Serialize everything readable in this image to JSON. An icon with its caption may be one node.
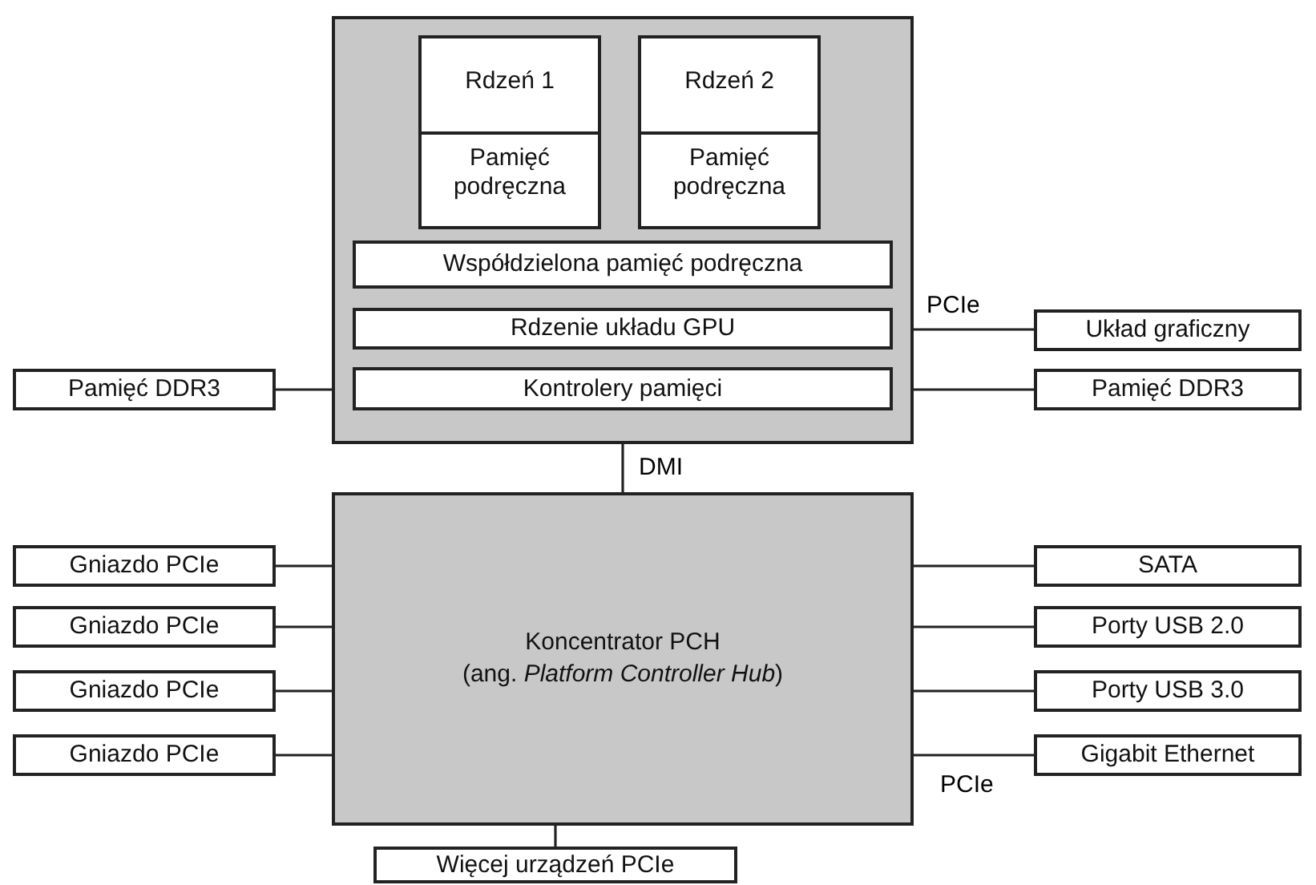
{
  "diagram": {
    "nodes": [
      {
        "text": [],
        "shape": "box"
      },
      {
        "text": [
          "Rdzeń 1",
          "Pamięć podręczna"
        ],
        "in": 0
      },
      {
        "text": [
          "Rdzeń 2",
          "Pamięć podręczna"
        ],
        "in": 0
      },
      {
        "text": [
          "Współdzielona pamięć podręczna"
        ],
        "in": 0
      },
      {
        "text": [
          "Rdzenie układu GPU"
        ],
        "in": 0
      },
      {
        "text": [
          "Kontrolery pamięci"
        ],
        "in": 0
      },
      {
        "text": [
          "Układ graficzny"
        ]
      },
      {
        "text": [
          "Pamięć DDR3"
        ]
      },
      {
        "text": [
          "Pamięć DDR3"
        ]
      },
      {
        "text": [
          "Koncentrator PCH",
          "(ang. *Platform Controller Hub*)"
        ]
      },
      {
        "text": [
          "Gniazdo PCIe"
        ]
      },
      {
        "text": [
          "Gniazdo PCIe"
        ]
      },
      {
        "text": [
          "Gniazdo PCIe"
        ]
      },
      {
        "text": [
          "Gniazdo PCIe"
        ]
      },
      {
        "text": [
          "SATA"
        ]
      },
      {
        "text": [
          "Porty USB 2.0"
        ]
      },
      {
        "text": [
          "Porty USB 3.0"
        ]
      },
      {
        "text": [
          "Gigabit Ethernet"
        ]
      },
      {
        "text": [
          "Więcej urządzeń PCIe"
        ]
      }
    ],
    "edges": [
      {
        "from": 4,
        "to": 6,
        "arrow": "none",
        "label": "PCIe"
      },
      {
        "from": 5,
        "to": 7,
        "arrow": "none"
      },
      {
        "from": 5,
        "to": 8,
        "arrow": "none"
      },
      {
        "from": 0,
        "to": 9,
        "arrow": "none",
        "label": "DMI"
      },
      {
        "from": 9,
        "to": 10,
        "arrow": "none"
      },
      {
        "from": 9,
        "to": 11,
        "arrow": "none"
      },
      {
        "from": 9,
        "to": 12,
        "arrow": "none"
      },
      {
        "from": 9,
        "to": 13,
        "arrow": "none"
      },
      {
        "from": 9,
        "to": 14,
        "arrow": "none"
      },
      {
        "from": 9,
        "to": 15,
        "arrow": "none"
      },
      {
        "from": 9,
        "to": 16,
        "arrow": "none"
      },
      {
        "from": 9,
        "to": 17,
        "arrow": "none",
        "label": "PCIe"
      },
      {
        "from": 9,
        "to": 18,
        "arrow": "none"
      }
    ]
  }
}
